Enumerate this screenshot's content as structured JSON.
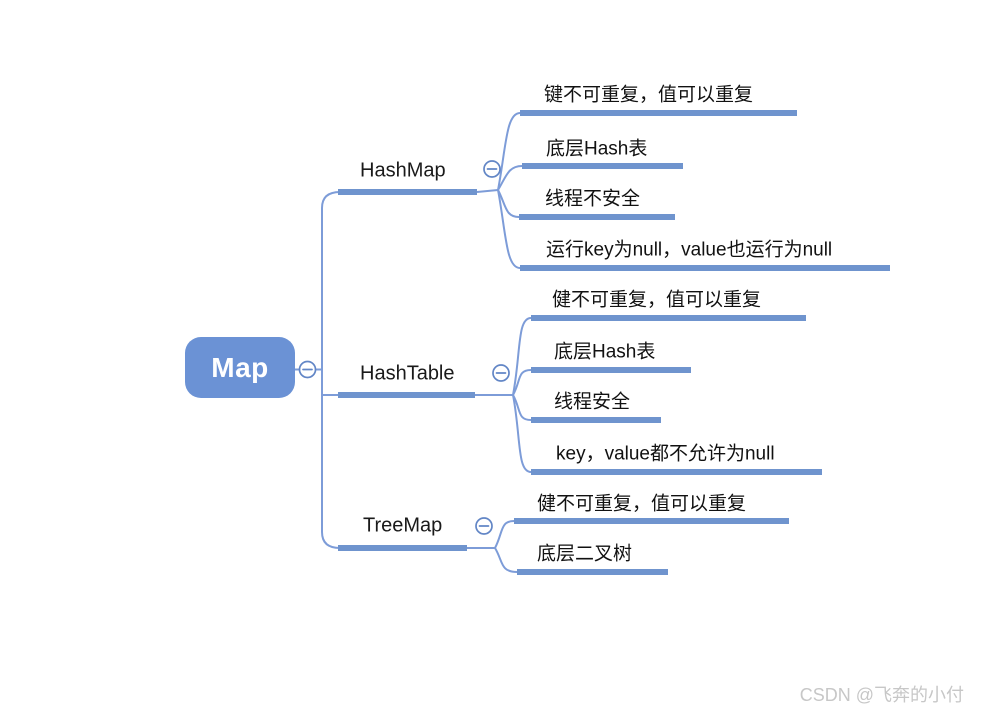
{
  "root": {
    "label": "Map"
  },
  "branches": [
    {
      "label": "HashMap",
      "children": [
        {
          "label": "键不可重复，值可以重复"
        },
        {
          "label": "底层Hash表"
        },
        {
          "label": "线程不安全"
        },
        {
          "label": "运行key为null，value也运行为null"
        }
      ]
    },
    {
      "label": "HashTable",
      "children": [
        {
          "label": "健不可重复，值可以重复"
        },
        {
          "label": "底层Hash表"
        },
        {
          "label": "线程安全"
        },
        {
          "label": "key，value都不允许为null"
        }
      ]
    },
    {
      "label": "TreeMap",
      "children": [
        {
          "label": "健不可重复，值可以重复"
        },
        {
          "label": "底层二叉树"
        }
      ]
    }
  ],
  "watermark": "CSDN @飞奔的小付",
  "icons": {
    "collapse": "minus-circle-icon"
  },
  "colors": {
    "node_fill": "#6b92d5",
    "branch_bar": "#6f94ce",
    "wire": "#7d9cd8",
    "toggle_stroke": "#6286c6",
    "text": "#1a1a1a",
    "watermark": "#c7c7c7"
  }
}
